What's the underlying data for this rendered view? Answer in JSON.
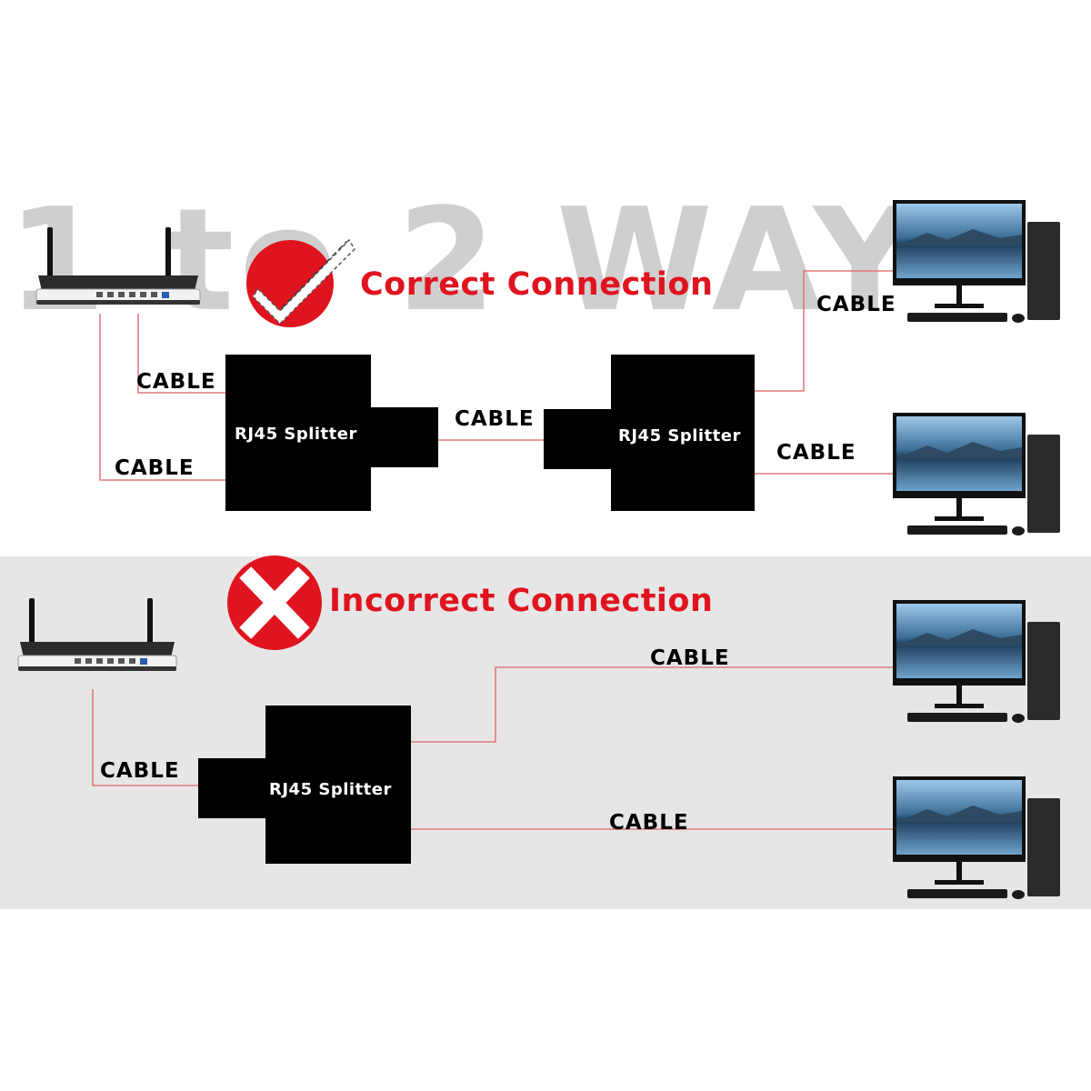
{
  "background_text": "1 to 2 WAY",
  "colors": {
    "accent_red": "#e0141e",
    "cable_line": "#e07a7a",
    "incorrect_bg": "#e6e6e6",
    "splitter": "#000000"
  },
  "correct": {
    "heading": "Correct Connection",
    "status_icon": "check-mark-icon",
    "cable_labels": [
      "CABLE",
      "CABLE",
      "CABLE",
      "CABLE",
      "CABLE"
    ],
    "splitter_left": "RJ45 Splitter",
    "splitter_right": "RJ45 Splitter"
  },
  "incorrect": {
    "heading": "Incorrect Connection",
    "status_icon": "x-mark-icon",
    "cable_labels": [
      "CABLE",
      "CABLE",
      "CABLE"
    ],
    "splitter": "RJ45 Splitter"
  },
  "devices": {
    "router_icon": "router-icon",
    "computer_icon": "desktop-computer-icon"
  }
}
